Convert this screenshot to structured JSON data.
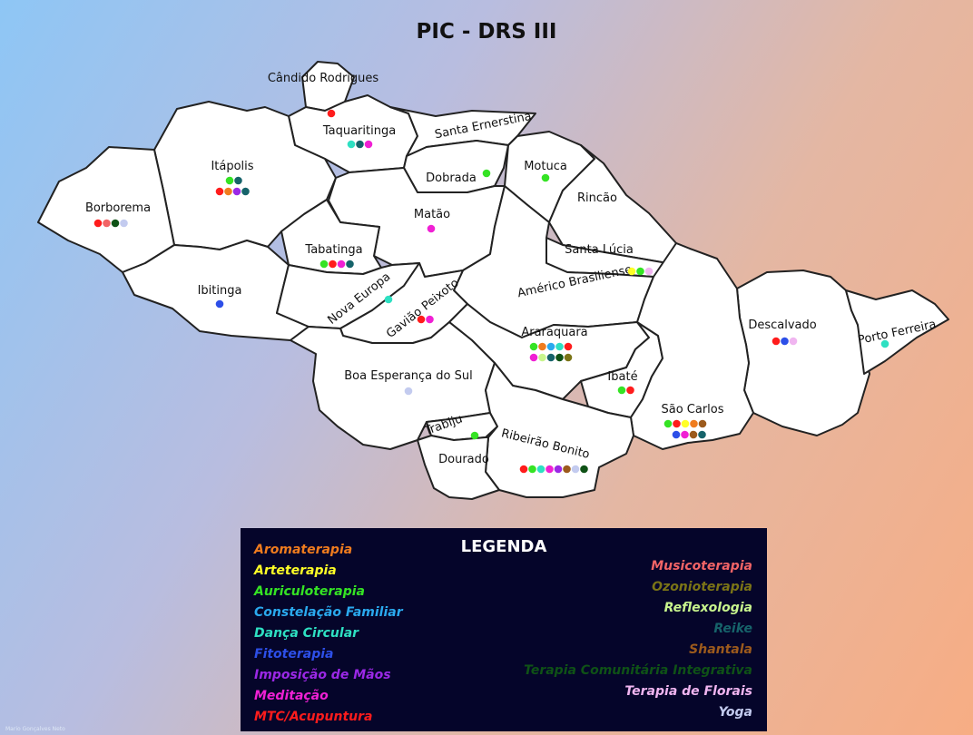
{
  "title": "PIC - DRS III",
  "legend": {
    "title": "LEGENDA",
    "left_items": [
      {
        "label": "Aromaterapia",
        "color": "#f07c1e"
      },
      {
        "label": "Arteterapia",
        "color": "#ffff26"
      },
      {
        "label": "Auriculoterapia",
        "color": "#35e324"
      },
      {
        "label": "Constelação Familiar",
        "color": "#2aa9ee"
      },
      {
        "label": "Dança Circular",
        "color": "#2ee0c2"
      },
      {
        "label": "Fitoterapia",
        "color": "#2d4fe8"
      },
      {
        "label": "Imposição de Mãos",
        "color": "#9b28e6"
      },
      {
        "label": "Meditação",
        "color": "#f020d4"
      },
      {
        "label": "MTC/Acupuntura",
        "color": "#ff1c1c"
      }
    ],
    "right_items": [
      {
        "label": "Musicoterapia",
        "color": "#f26466"
      },
      {
        "label": "Ozonioterapia",
        "color": "#7b7416"
      },
      {
        "label": "Reflexologia",
        "color": "#c8f58d"
      },
      {
        "label": "Reike",
        "color": "#16636a"
      },
      {
        "label": "Shantala",
        "color": "#9c5a1c"
      },
      {
        "label": "Terapia Comunitária Integrativa",
        "color": "#0f5216"
      },
      {
        "label": "Terapia de Florais",
        "color": "#f0b5f0"
      },
      {
        "label": "Yoga",
        "color": "#c3cbef"
      }
    ]
  },
  "cities": [
    {
      "name": "Cândido Rodrigues",
      "therapies": [
        "MTC/Acupuntura"
      ]
    },
    {
      "name": "Taquaritinga",
      "therapies": [
        "Dança Circular",
        "Reike",
        "Meditação"
      ]
    },
    {
      "name": "Santa Ernerstina",
      "therapies": []
    },
    {
      "name": "Itápolis",
      "therapies": [
        "Auriculoterapia",
        "Reike",
        "MTC/Acupuntura",
        "Aromaterapia",
        "Imposição de Mãos",
        "Reike"
      ]
    },
    {
      "name": "Borborema",
      "therapies": [
        "MTC/Acupuntura",
        "Musicoterapia",
        "Terapia Comunitária Integrativa",
        "Yoga"
      ]
    },
    {
      "name": "Dobrada",
      "therapies": [
        "Auriculoterapia"
      ]
    },
    {
      "name": "Motuca",
      "therapies": [
        "Auriculoterapia"
      ]
    },
    {
      "name": "Rincão",
      "therapies": []
    },
    {
      "name": "Matão",
      "therapies": [
        "Meditação"
      ]
    },
    {
      "name": "Tabatinga",
      "therapies": [
        "Auriculoterapia",
        "MTC/Acupuntura",
        "Meditação",
        "Reike"
      ]
    },
    {
      "name": "Santa Lúcia",
      "therapies": []
    },
    {
      "name": "Américo Brasiliense",
      "therapies": [
        "Arteterapia",
        "Auriculoterapia",
        "Terapia de Florais"
      ]
    },
    {
      "name": "Ibitinga",
      "therapies": [
        "Fitoterapia"
      ]
    },
    {
      "name": "Nova Europa",
      "therapies": [
        "Dança Circular"
      ]
    },
    {
      "name": "Gavião Peixoto",
      "therapies": [
        "MTC/Acupuntura",
        "Meditação"
      ]
    },
    {
      "name": "Araraquara",
      "therapies": [
        "Auriculoterapia",
        "Aromaterapia",
        "Constelação Familiar",
        "Dança Circular",
        "MTC/Acupuntura",
        "Meditação",
        "Reflexologia",
        "Reike",
        "Terapia Comunitária Integrativa",
        "Ozonioterapia"
      ]
    },
    {
      "name": "Descalvado",
      "therapies": [
        "MTC/Acupuntura",
        "Fitoterapia",
        "Terapia de Florais"
      ]
    },
    {
      "name": "Porto Ferreira",
      "therapies": [
        "Dança Circular"
      ]
    },
    {
      "name": "Boa Esperança do Sul",
      "therapies": [
        "Yoga"
      ]
    },
    {
      "name": "Ibaté",
      "therapies": [
        "Auriculoterapia",
        "MTC/Acupuntura"
      ]
    },
    {
      "name": "São Carlos",
      "therapies": [
        "Auriculoterapia",
        "MTC/Acupuntura",
        "Arteterapia",
        "Aromaterapia",
        "Shantala",
        "Fitoterapia",
        "Meditação",
        "Shantala",
        "Reike"
      ]
    },
    {
      "name": "Trabiju",
      "therapies": [
        "Auriculoterapia"
      ]
    },
    {
      "name": "Ribeirão Bonito",
      "therapies": [
        "MTC/Acupuntura",
        "Auriculoterapia",
        "Dança Circular",
        "Meditação",
        "Imposição de Mãos",
        "Shantala",
        "Yoga",
        "Terapia Comunitária Integrativa"
      ]
    },
    {
      "name": "Dourado",
      "therapies": []
    }
  ],
  "watermark": "Mario Gonçalves Neto"
}
